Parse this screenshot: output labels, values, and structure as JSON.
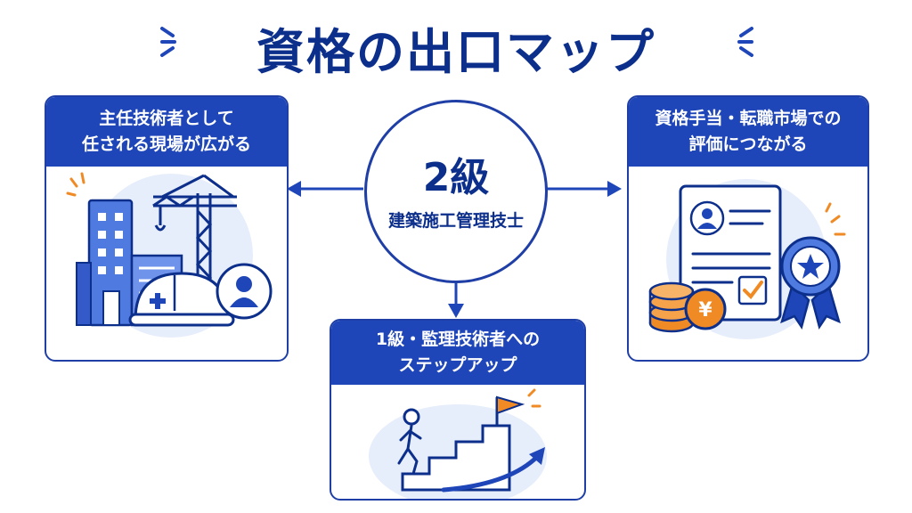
{
  "title": "資格の出口マップ",
  "center": {
    "grade": "2級",
    "name": "建築施工管理技士"
  },
  "cards": [
    {
      "line1": "主任技術者として",
      "line2": "任される現場が広がる"
    },
    {
      "line1": "資格手当・転職市場での",
      "line2": "評価につながる"
    },
    {
      "line1": "1級・監理技術者への",
      "line2": "ステップアップ"
    }
  ],
  "icons": {
    "left": [
      "building-icon",
      "crane-icon",
      "hard-hat-icon",
      "person-icon"
    ],
    "right": [
      "resume-icon",
      "coins-icon",
      "yen-coin-icon",
      "award-badge-icon"
    ],
    "bottom": [
      "climbing-person-icon",
      "stairs-icon",
      "flag-icon",
      "growth-arrow-icon"
    ]
  },
  "colors": {
    "primary": "#1f46b8",
    "dark": "#0d2f8c",
    "accent": "#f08a24",
    "light": "#e6edfb"
  }
}
